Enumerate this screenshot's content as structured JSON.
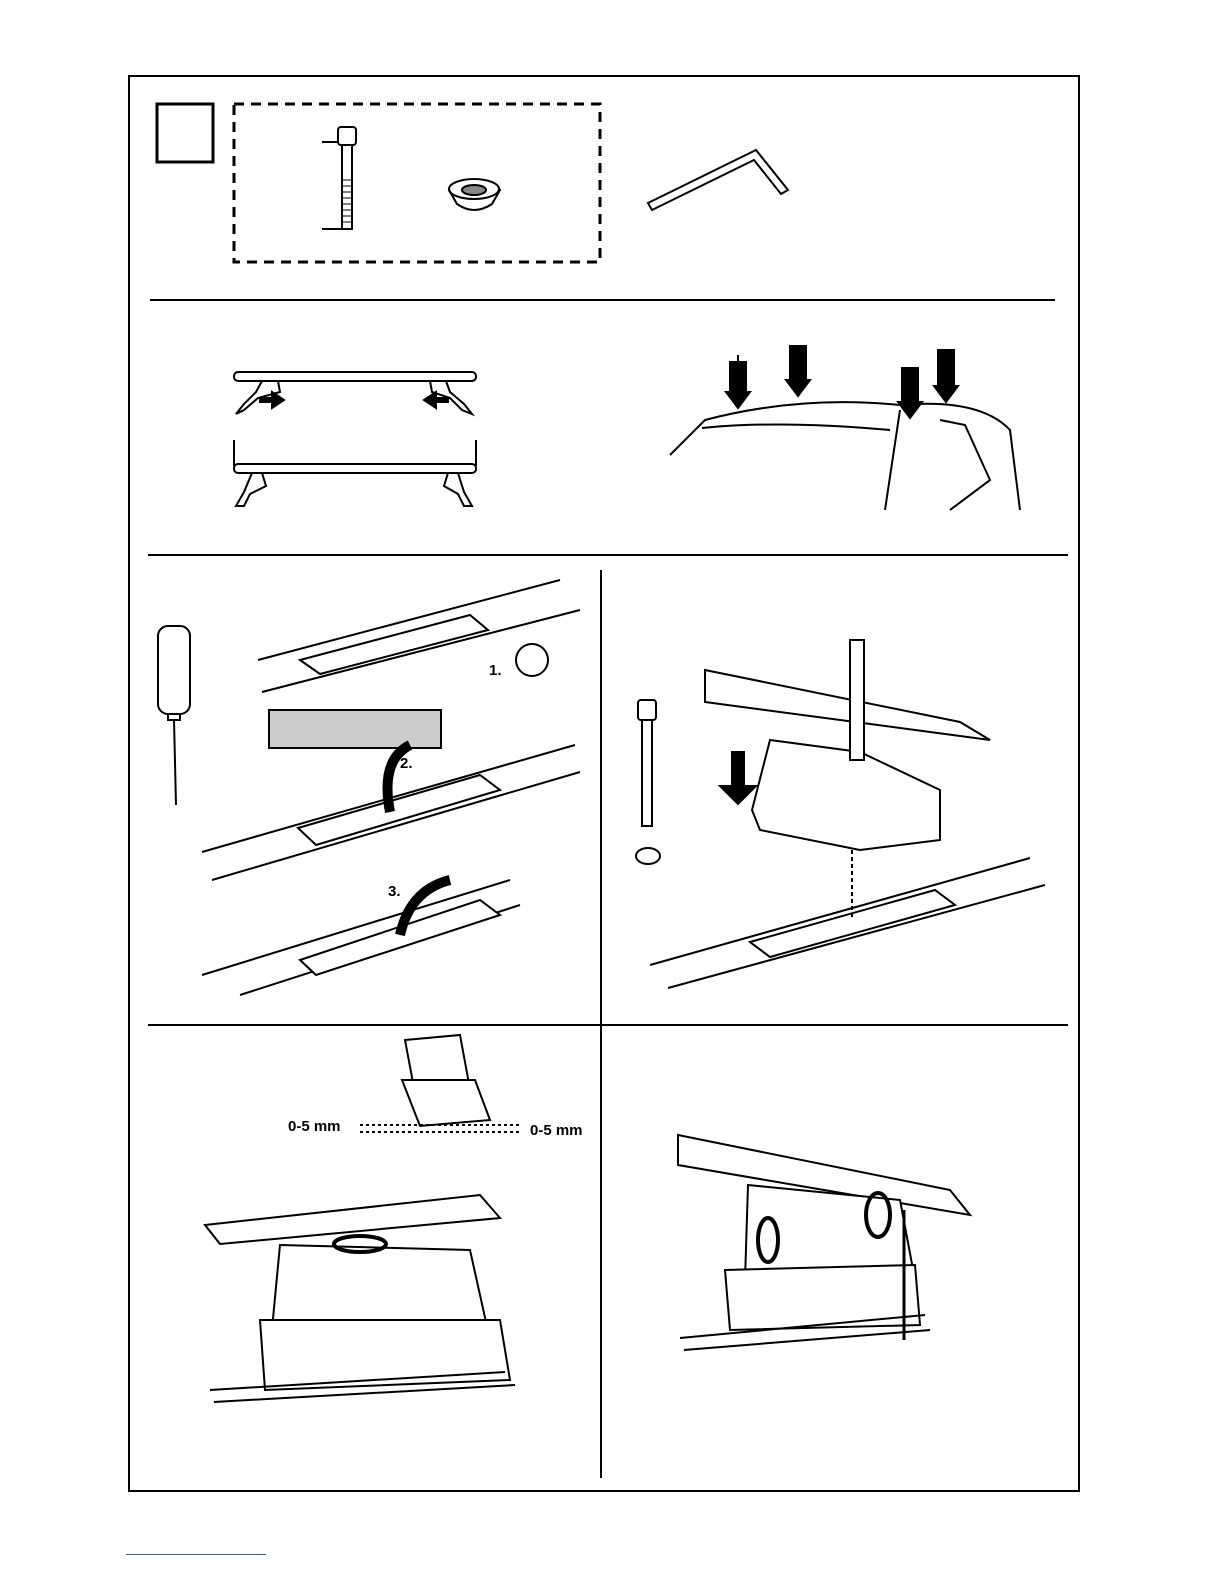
{
  "steps": {
    "remove_screw": {
      "label_1": "1.",
      "label_2": "2.",
      "label_3": "3."
    },
    "adjust_gap": {
      "gap_left": "0-5 mm",
      "gap_right": "0-5 mm"
    }
  }
}
